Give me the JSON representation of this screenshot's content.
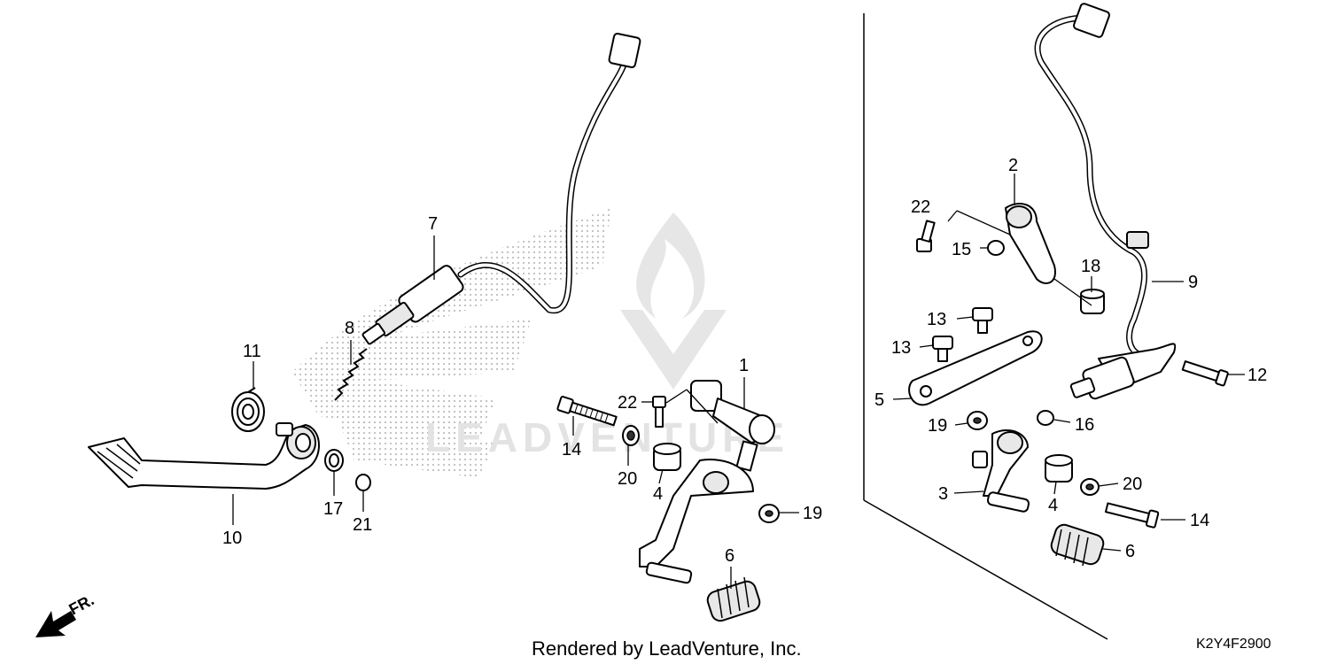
{
  "callouts": {
    "n1": "1",
    "n2": "2",
    "n3": "3",
    "n4a": "4",
    "n4b": "4",
    "n5": "5",
    "n6a": "6",
    "n6b": "6",
    "n7": "7",
    "n8": "8",
    "n9": "9",
    "n10": "10",
    "n11": "11",
    "n12": "12",
    "n13a": "13",
    "n13b": "13",
    "n14a": "14",
    "n14b": "14",
    "n15": "15",
    "n16": "16",
    "n17": "17",
    "n18": "18",
    "n19a": "19",
    "n19b": "19",
    "n20a": "20",
    "n20b": "20",
    "n21": "21",
    "n22a": "22",
    "n22b": "22"
  },
  "footer": {
    "rendered_by": "Rendered by LeadVenture, Inc.",
    "diagram_code": "K2Y4F2900"
  },
  "direction_indicator": {
    "label": "FR.",
    "icon": "front-direction-arrow-icon"
  },
  "watermark": {
    "icon": "leadventure-flame-logo-icon",
    "text": "LEADVENTURE"
  },
  "colors": {
    "line": "#000000",
    "background": "#ffffff",
    "watermark": "#e3e3e3"
  }
}
